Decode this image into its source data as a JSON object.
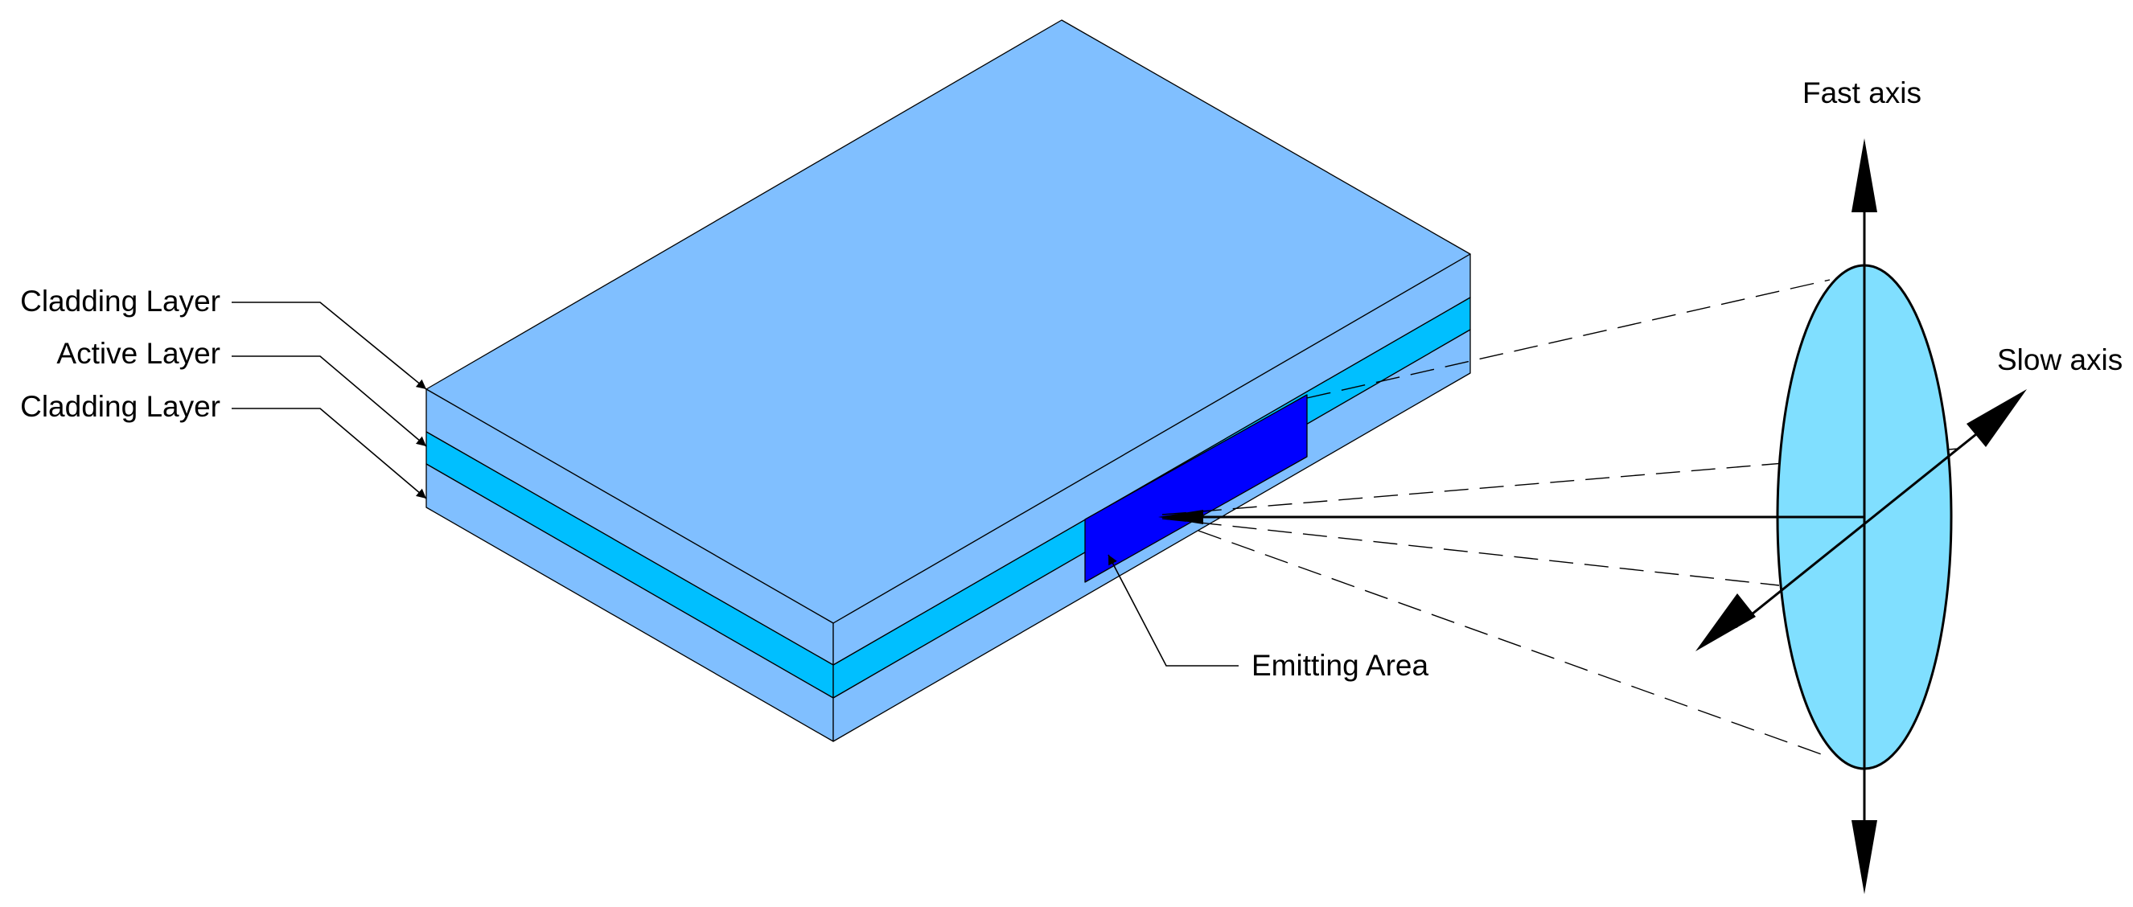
{
  "labels": {
    "cladding_top": "Cladding Layer",
    "active": "Active Layer",
    "cladding_bottom": "Cladding Layer",
    "emitting_area": "Emitting Area",
    "fast_axis": "Fast axis",
    "slow_axis": "Slow axis"
  },
  "colors": {
    "cladding": "#80BFFF",
    "active": "#00BFFF",
    "emitting_area": "#0000FF",
    "lens": "#80DFFF",
    "outline": "#000000"
  }
}
